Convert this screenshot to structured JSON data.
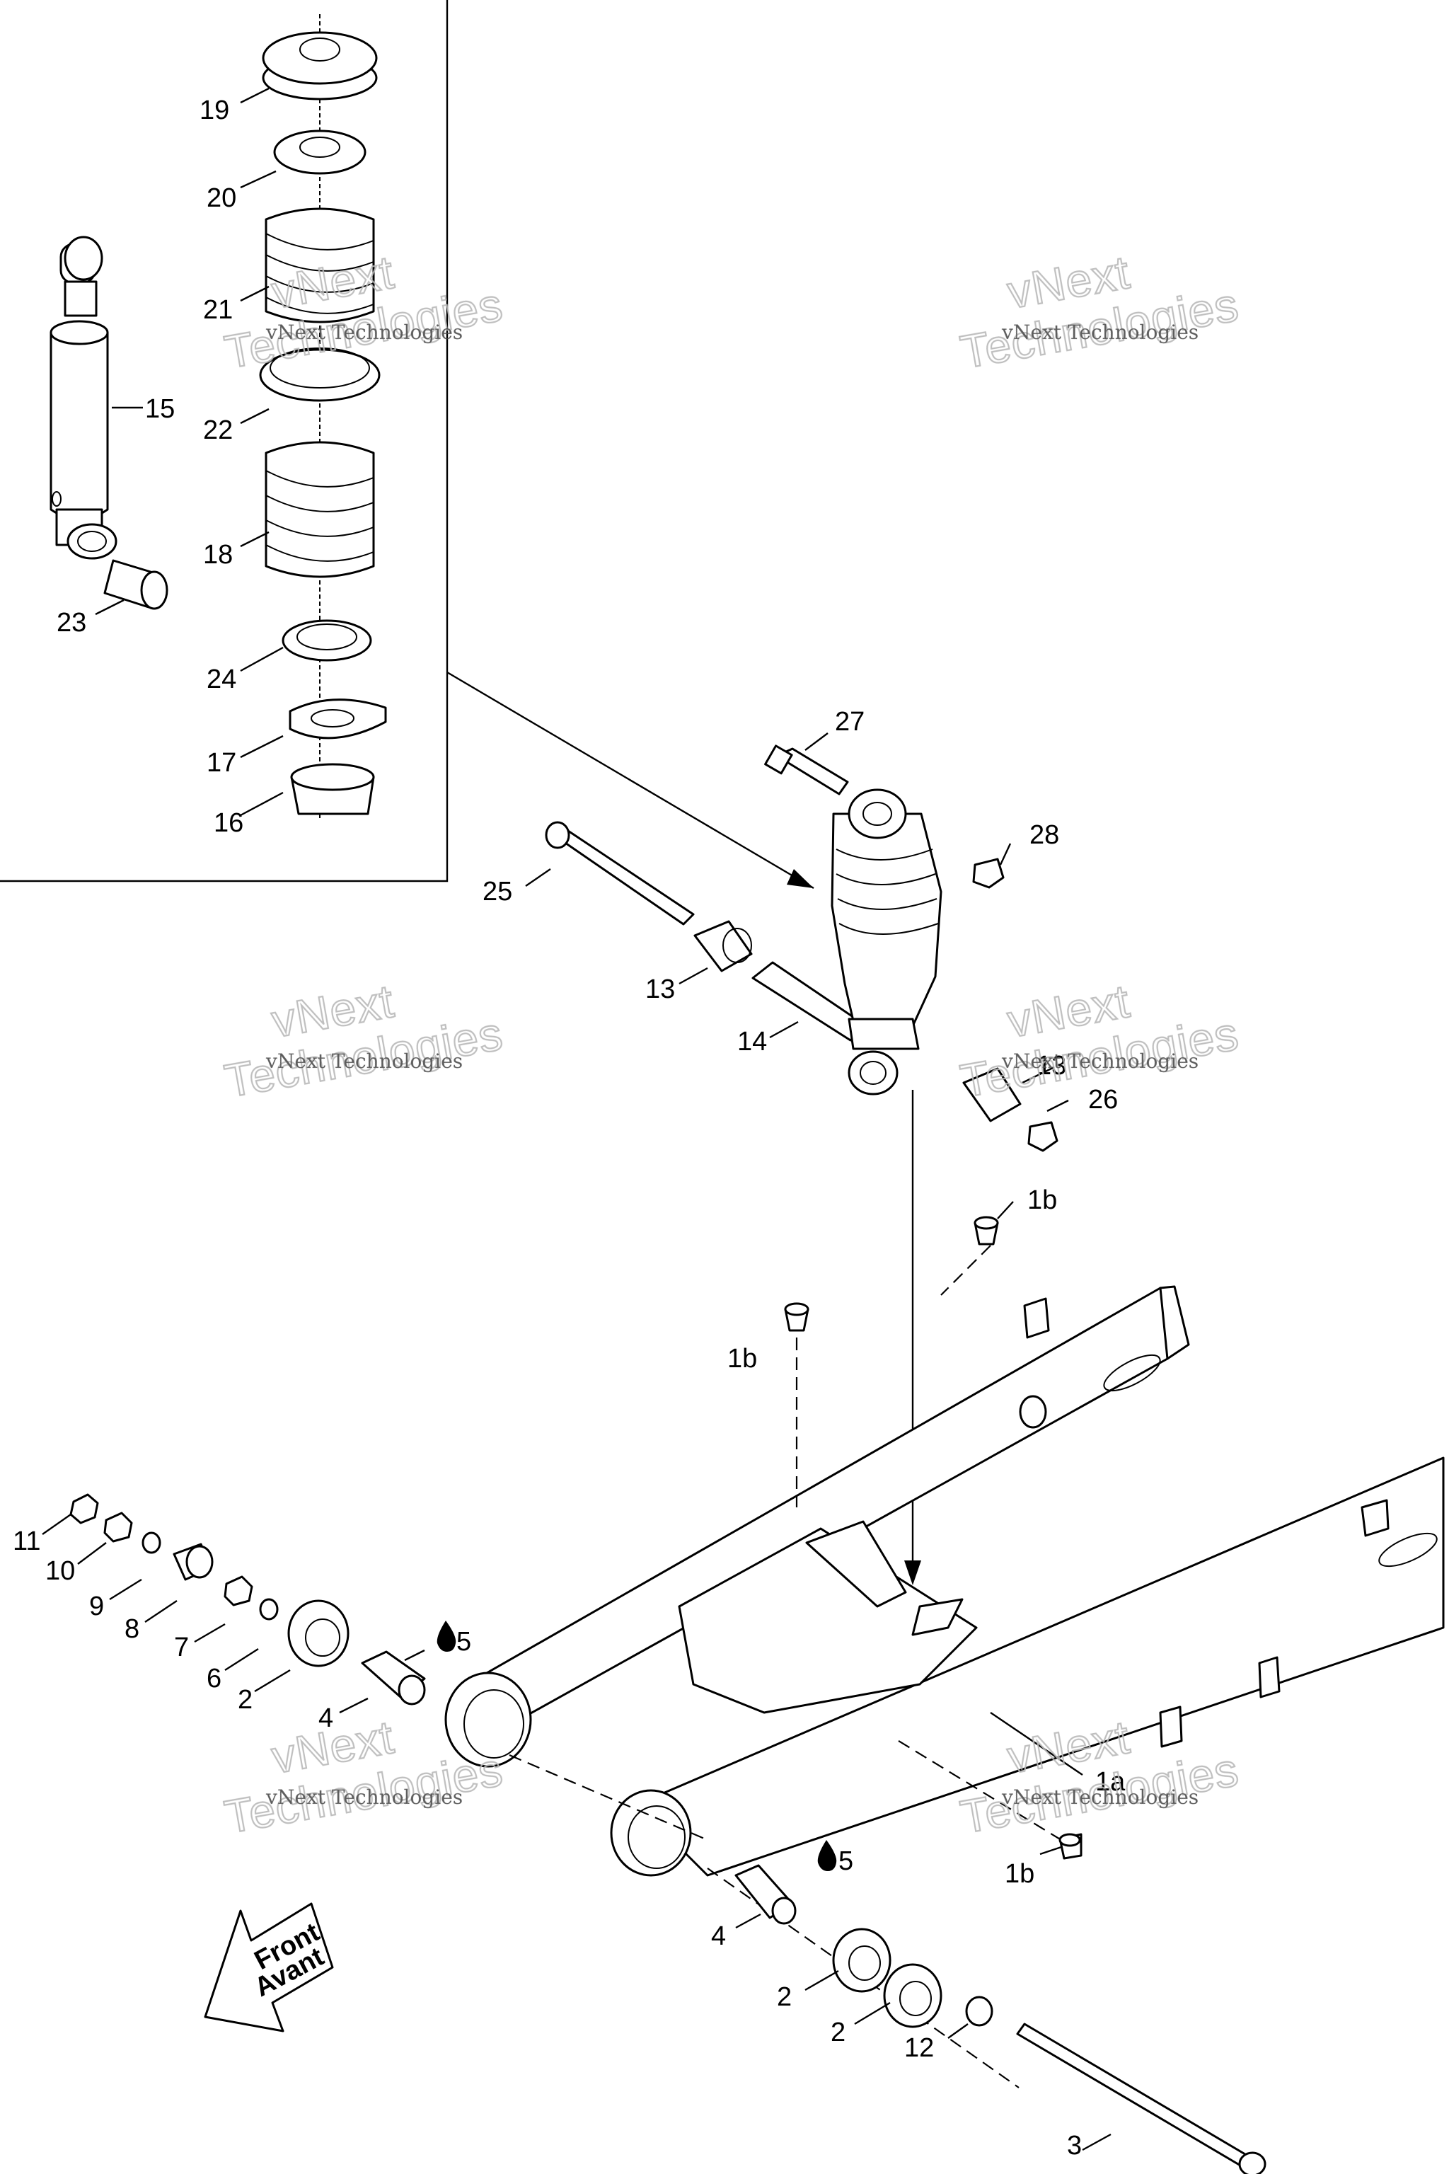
{
  "callouts": [
    "1a",
    "1b",
    "2",
    "3",
    "4",
    "5",
    "6",
    "7",
    "8",
    "9",
    "10",
    "11",
    "12",
    "13",
    "14",
    "15",
    "16",
    "17",
    "18",
    "19",
    "20",
    "21",
    "22",
    "23",
    "24",
    "25",
    "26",
    "27",
    "28"
  ],
  "watermark": {
    "line1": "vNext",
    "line2": "Technologies",
    "small": "vNext Technologies"
  },
  "front_arrow": {
    "line1": "Front",
    "line2": "Avant"
  }
}
